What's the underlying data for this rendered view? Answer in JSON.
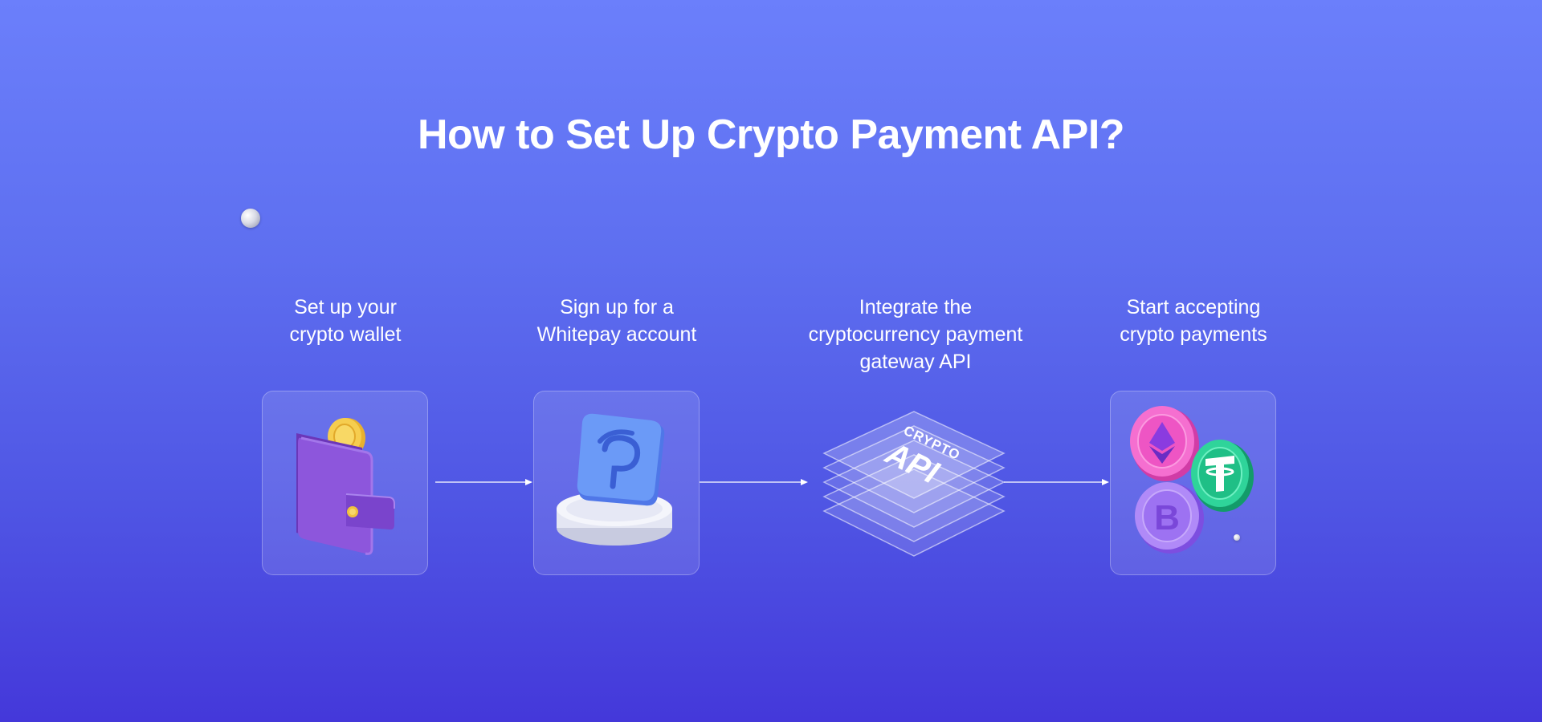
{
  "page": {
    "title": "How to Set Up Crypto Payment API?"
  },
  "steps": [
    {
      "label": "Set up your\ncrypto wallet",
      "icon": "wallet-icon"
    },
    {
      "label": "Sign up for a\nWhitepay account",
      "icon": "whitepay-logo-icon"
    },
    {
      "label": "Integrate the\ncryptocurrency payment\ngateway API",
      "icon": "crypto-api-icon"
    },
    {
      "label": "Start accepting\ncrypto payments",
      "icon": "crypto-coins-icon"
    }
  ],
  "api_graphic": {
    "line1": "CRYPTO",
    "line2": "API"
  },
  "colors": {
    "background_top": "#6b7ffb",
    "background_bottom": "#4438da",
    "wallet": "#8a4fd6",
    "coin_gold": "#f3c441",
    "logo_blue": "#5b8cf5",
    "eth_pink": "#f05ac8",
    "tether_green": "#1fc98b",
    "bitcoin_purple": "#9b6cf0"
  }
}
